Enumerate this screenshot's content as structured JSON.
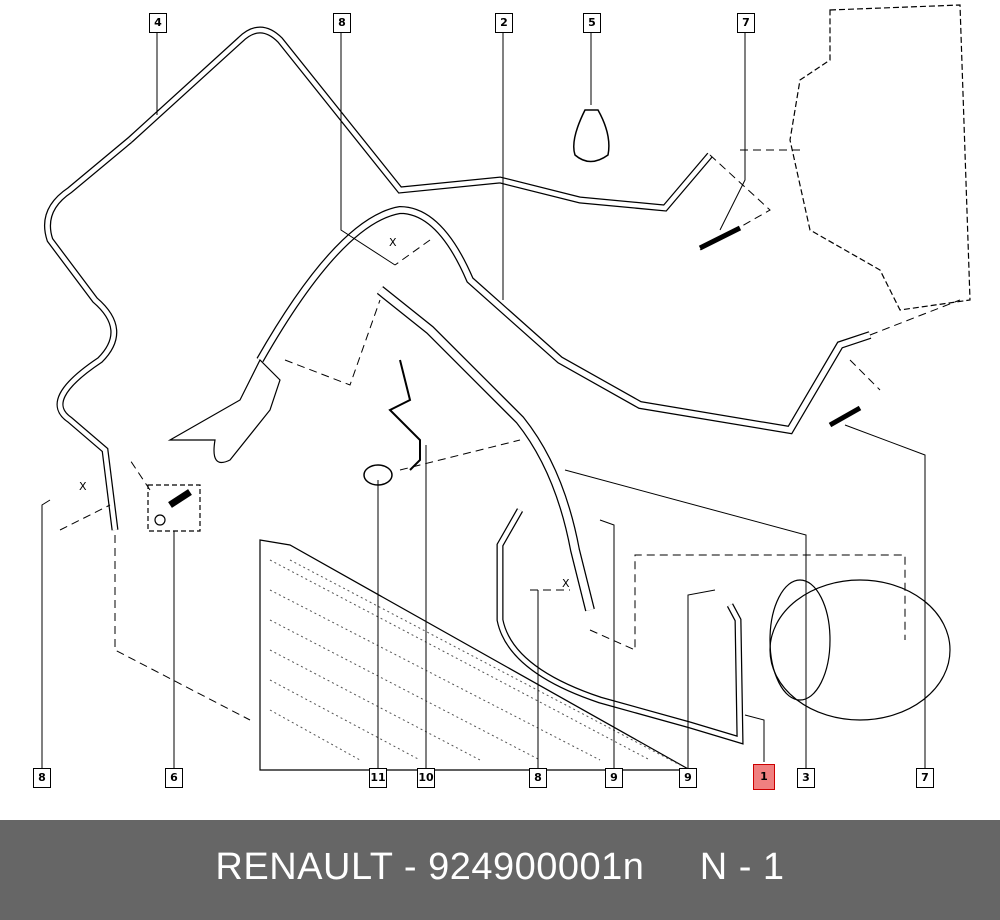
{
  "callouts": {
    "top": [
      "4",
      "8",
      "2",
      "5",
      "7"
    ],
    "bottom": [
      "8",
      "6",
      "11",
      "10",
      "8",
      "9",
      "9",
      "1",
      "3",
      "7"
    ]
  },
  "marker_x": "X",
  "footer": {
    "brand": "RENAULT",
    "separator": " - ",
    "part_number": "924900001n",
    "position": "N - 1"
  },
  "highlight_color": "#f08080"
}
